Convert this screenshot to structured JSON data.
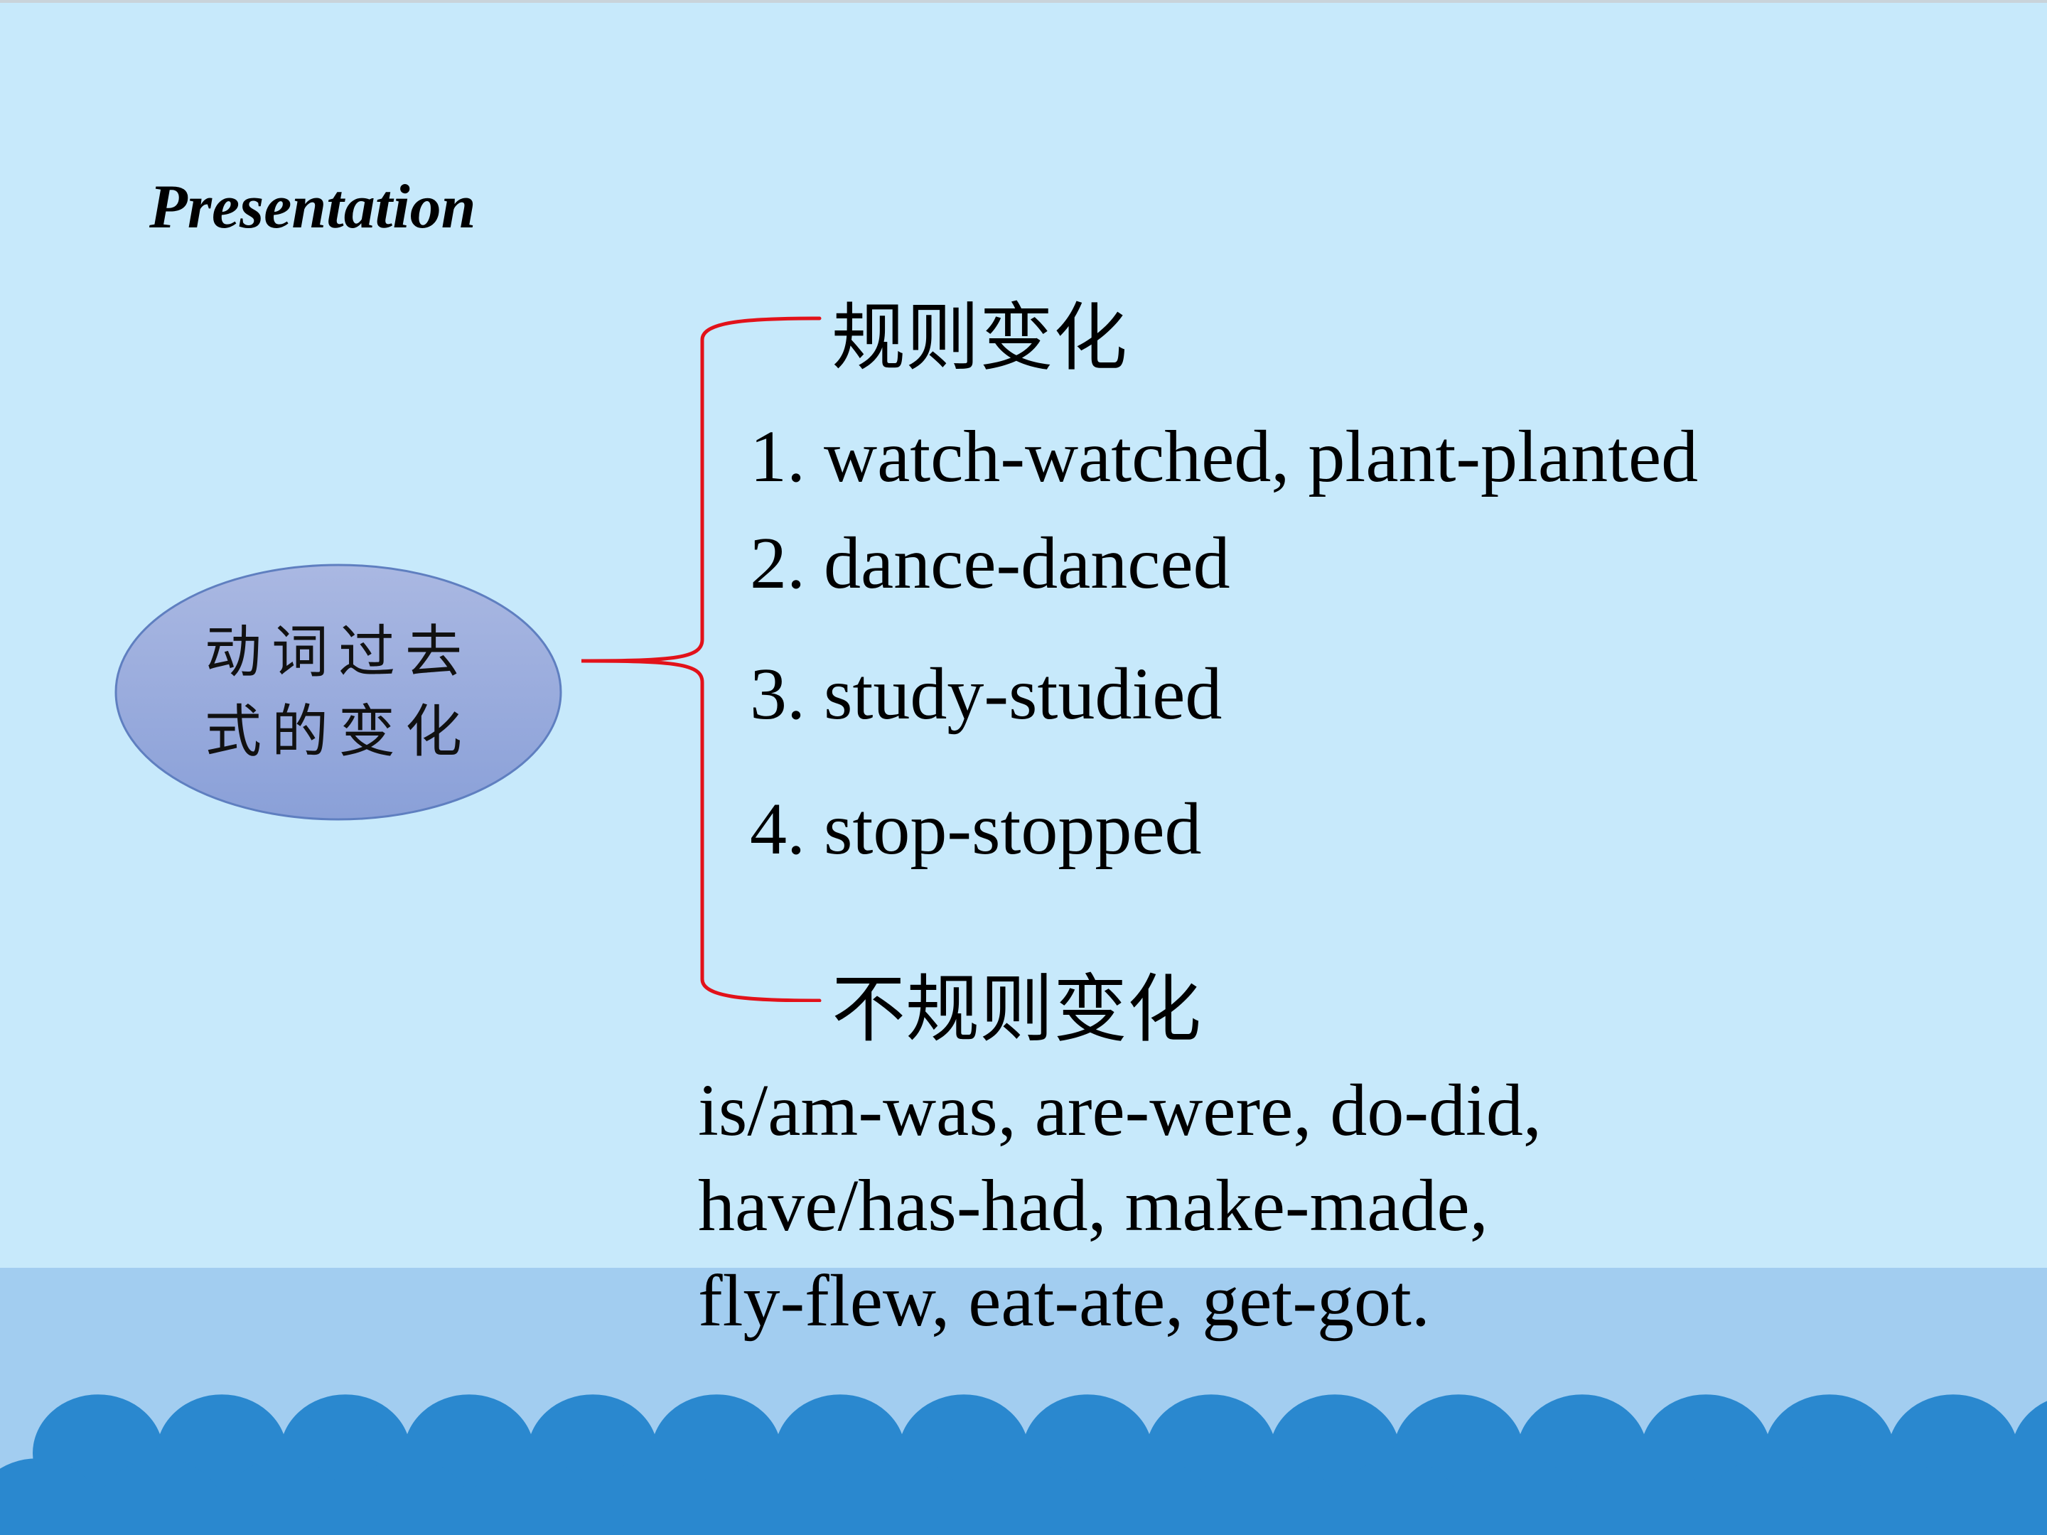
{
  "title": "Presentation",
  "center_node": "动词过去式的变化",
  "regular": {
    "label": "规则变化",
    "items": [
      "1. watch-watched, plant-planted",
      "2. dance-danced",
      "3. study-studied",
      "4. stop-stopped"
    ]
  },
  "irregular": {
    "label": "不规则变化",
    "lines": [
      "is/am-was, are-were, do-did,",
      "have/has-had, make-made,",
      "fly-flew, eat-ate, get-got."
    ]
  },
  "colors": {
    "background": "#c7e9fb",
    "bottom_band": "#a2cdf0",
    "waves": "#2a88cf",
    "brace": "#e2121a",
    "node_fill_top": "#aab8e2",
    "node_fill_bottom": "#8aa0d8",
    "node_stroke": "#5f7fc0"
  }
}
